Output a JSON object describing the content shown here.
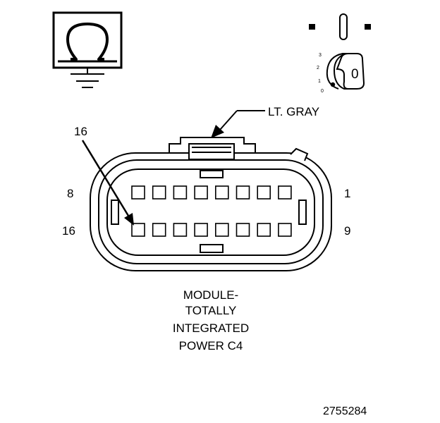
{
  "connector": {
    "color_label": "LT. GRAY",
    "pointer_label": "16",
    "pin_labels": {
      "top_left": "8",
      "top_right": "1",
      "bottom_left": "16",
      "bottom_right": "9"
    },
    "pins_per_row": 8,
    "rows": 2
  },
  "ignition_key": {
    "positions": [
      "3",
      "2",
      "1",
      "0"
    ],
    "key_label": "0"
  },
  "meter_symbol": {
    "icon": "ohm-icon",
    "ground": "ground-icon"
  },
  "caption": {
    "lines": [
      "MODULE-",
      "TOTALLY",
      "INTEGRATED",
      "POWER C4"
    ]
  },
  "figure_id": "2755284",
  "colors": {
    "ink": "#000000",
    "paper": "#ffffff"
  }
}
